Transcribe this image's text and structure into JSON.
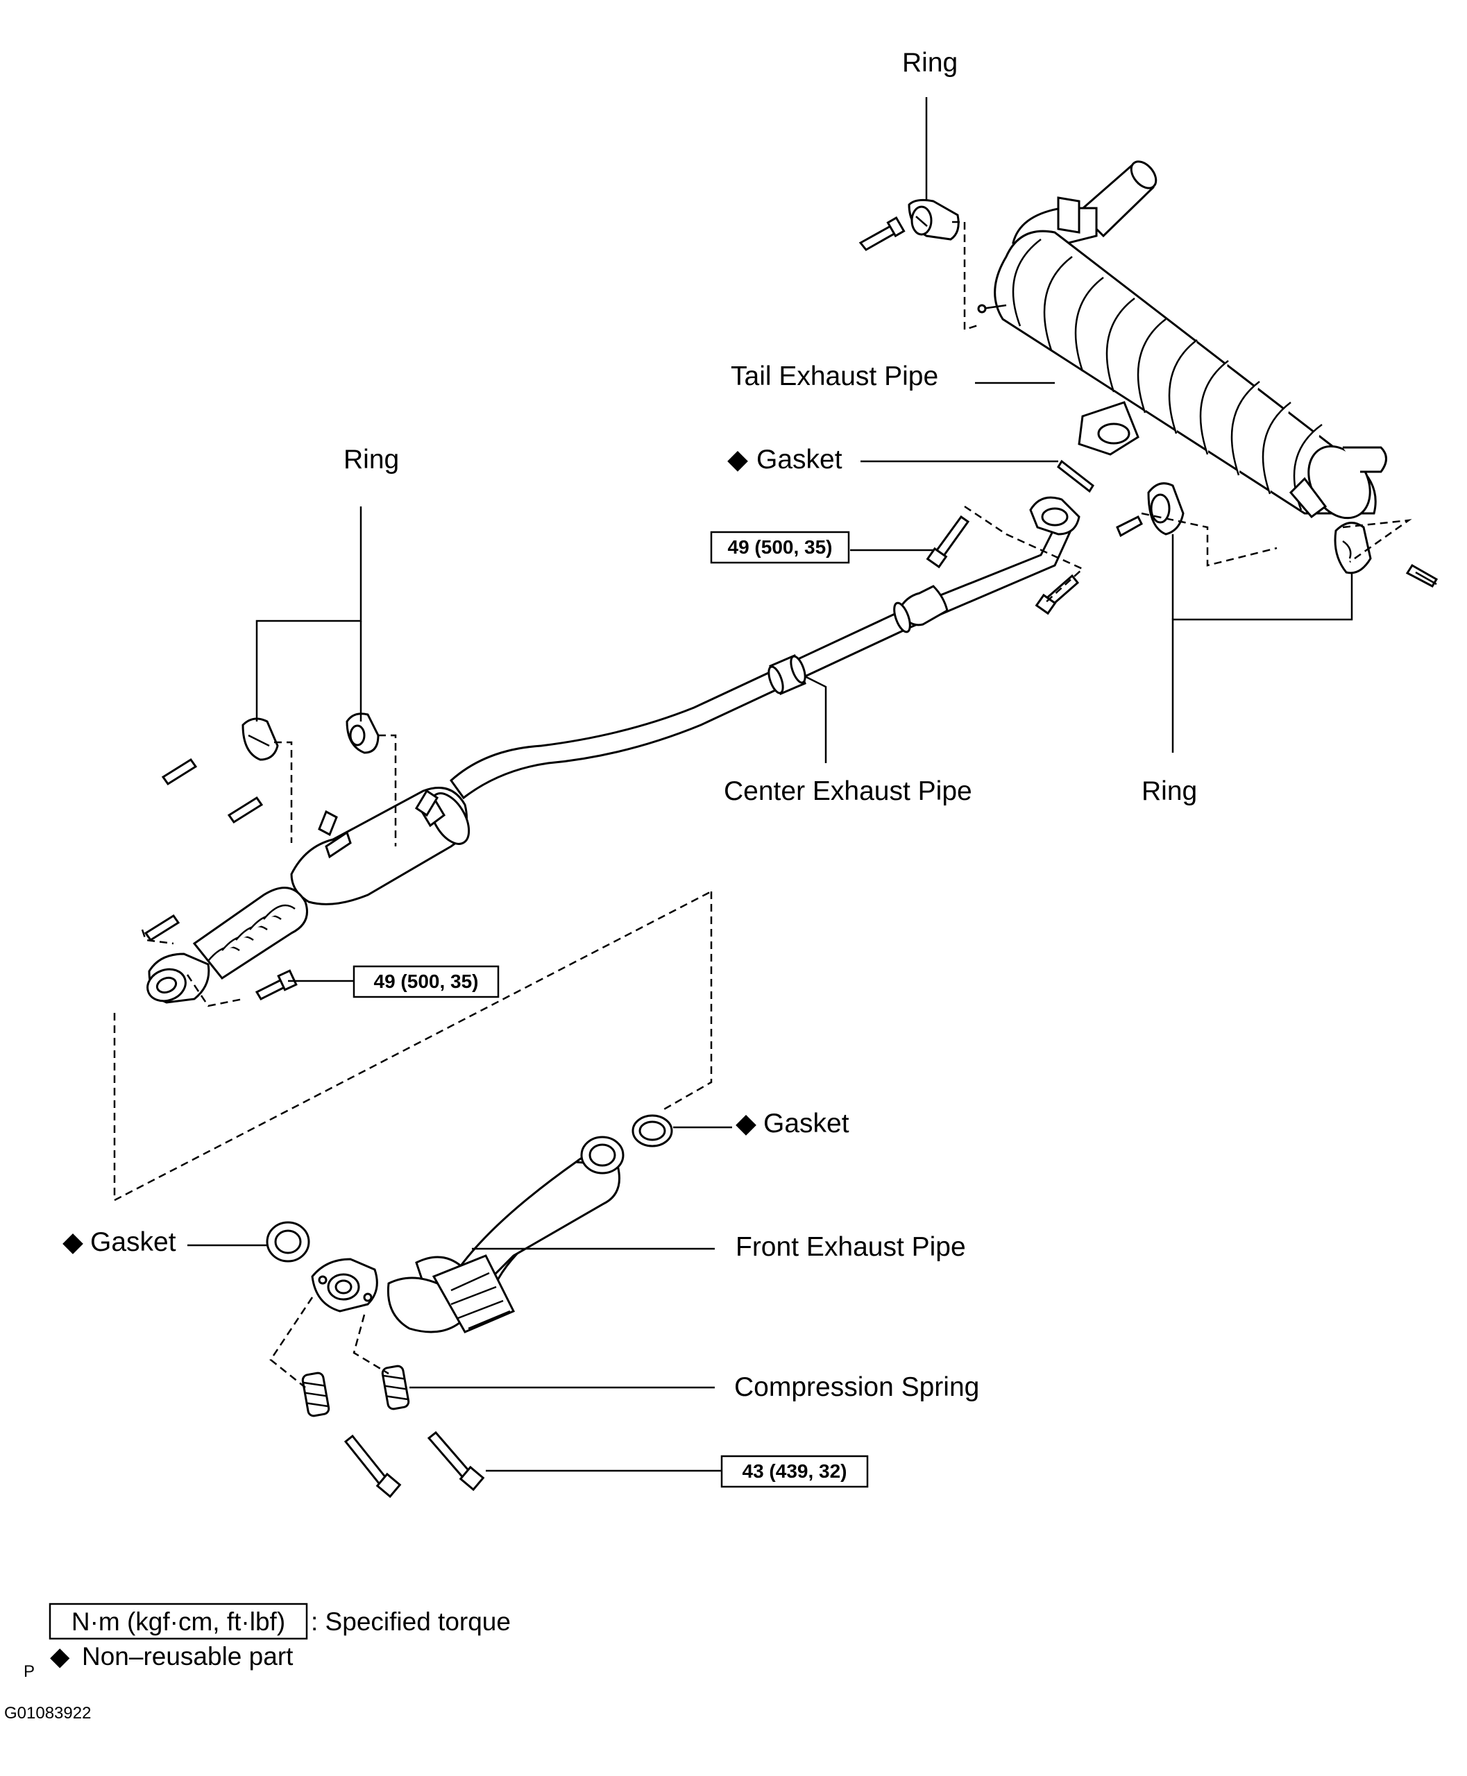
{
  "labels": {
    "ring_top": "Ring",
    "tail_exhaust_pipe": "Tail Exhaust Pipe",
    "gasket_rear": "Gasket",
    "ring_left": "Ring",
    "center_exhaust_pipe": "Center Exhaust Pipe",
    "ring_right": "Ring",
    "gasket_front_right": "Gasket",
    "gasket_front_left": "Gasket",
    "front_exhaust_pipe": "Front Exhaust Pipe",
    "compression_spring": "Compression Spring"
  },
  "torques": {
    "rear_flange": "49 (500, 35)",
    "front_flange": "49 (500, 35)",
    "manifold_bolts": "43 (439, 32)"
  },
  "symbols": {
    "non_reusable": "◆"
  },
  "legend": {
    "torque_unit_box": "N·m (kgf·cm, ft·lbf)",
    "torque_desc": ": Specified torque",
    "non_reusable_desc": "Non–reusable part"
  },
  "footer": {
    "marker": "P",
    "code": "G01083922"
  },
  "icons": [
    "non-reusable-diamond-icon"
  ]
}
